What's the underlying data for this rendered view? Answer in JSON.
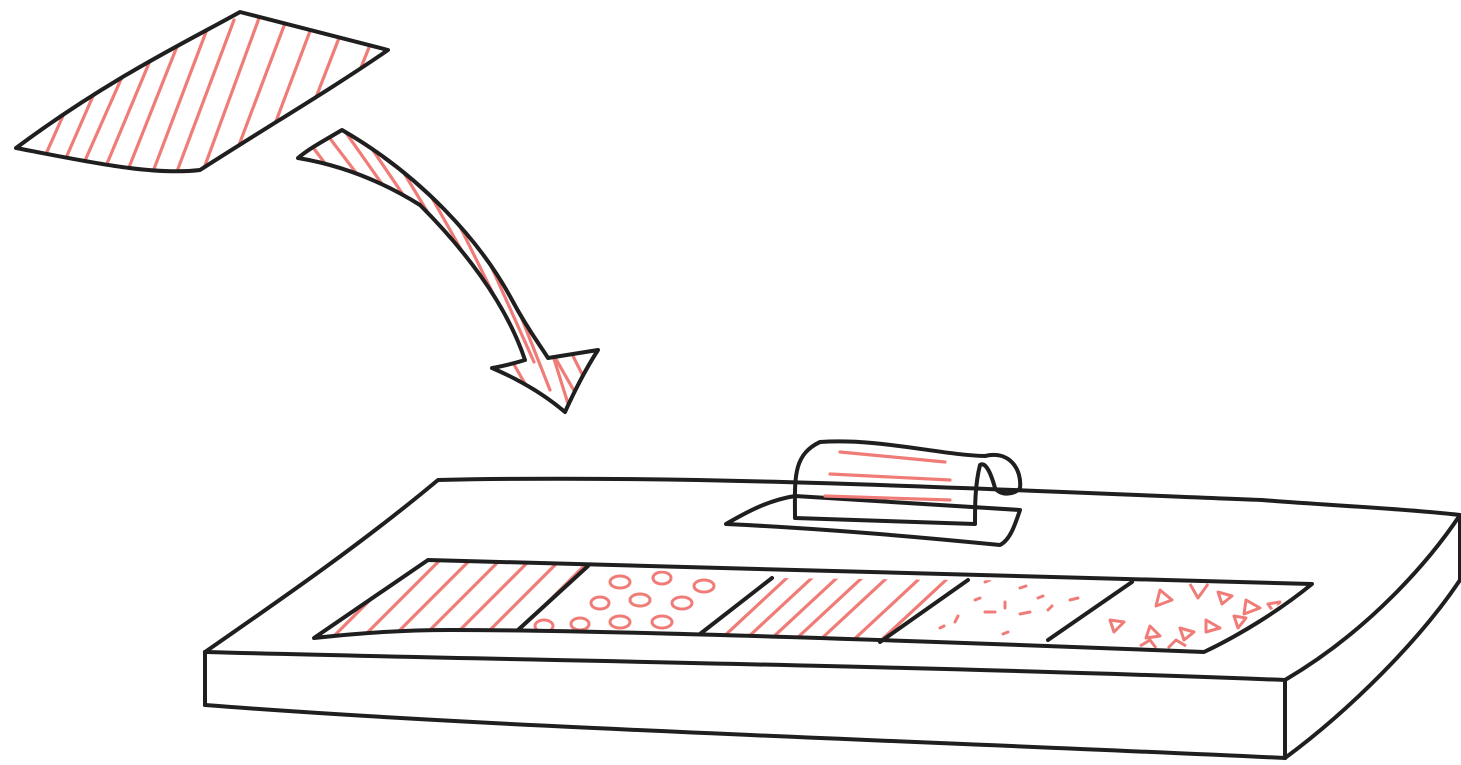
{
  "colors": {
    "ink": "#1f1f1f",
    "accent": "#f07c78",
    "background": "#ffffff"
  },
  "illustration": {
    "elements": [
      {
        "name": "floating-striped-card",
        "pattern": "diagonal-stripes"
      },
      {
        "name": "curved-down-arrow-icon",
        "pattern": "diagonal-stripes"
      },
      {
        "name": "base-tray",
        "pattern": "none"
      },
      {
        "name": "pattern-strip",
        "tiles": [
          {
            "name": "tile-stripes",
            "pattern": "diagonal-stripes"
          },
          {
            "name": "tile-circles",
            "pattern": "ovals"
          },
          {
            "name": "tile-lines",
            "pattern": "diagonal-lines"
          },
          {
            "name": "tile-dots",
            "pattern": "scattered-dashes"
          },
          {
            "name": "tile-triangles",
            "pattern": "triangles"
          }
        ]
      },
      {
        "name": "slot-with-curled-card",
        "pattern": "horizontal-lines"
      }
    ]
  }
}
